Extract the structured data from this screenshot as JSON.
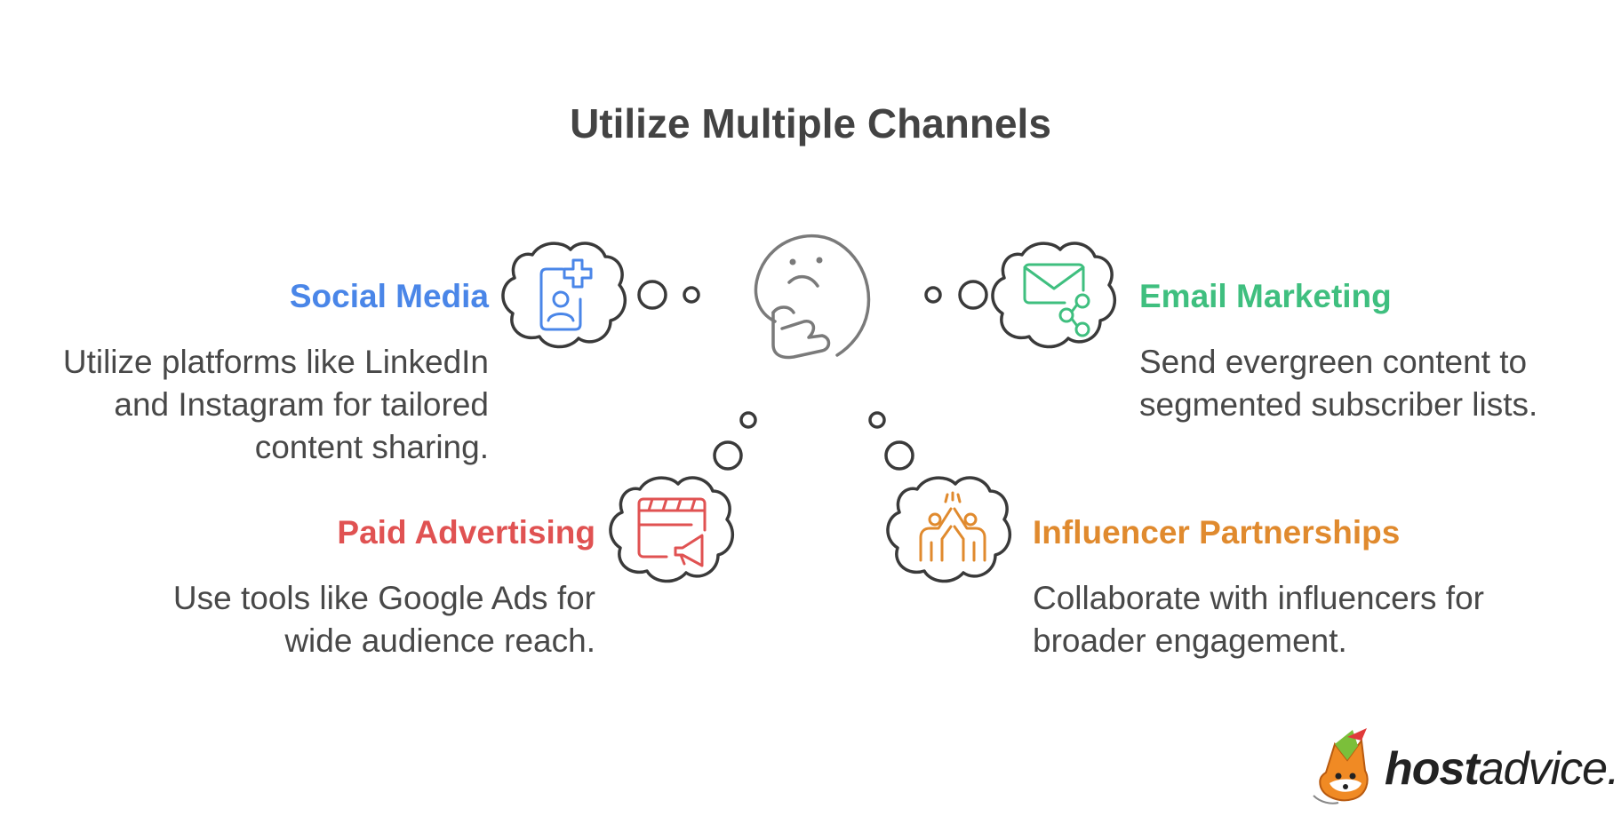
{
  "title": "Utilize Multiple Channels",
  "channels": {
    "social": {
      "heading": "Social Media",
      "description": "Utilize platforms like LinkedIn and Instagram for tailored content sharing.",
      "color": "#4a86e8",
      "icon": "profile-add-icon"
    },
    "paid": {
      "heading": "Paid Advertising",
      "description": "Use tools like Google Ads for wide audience reach.",
      "color": "#e05252",
      "icon": "ad-megaphone-icon"
    },
    "email": {
      "heading": "Email Marketing",
      "description": "Send evergreen content to segmented subscriber lists.",
      "color": "#3fbf7f",
      "icon": "envelope-share-icon"
    },
    "influencer": {
      "heading": "Influencer Partnerships",
      "description": "Collaborate with influencers for broader engagement.",
      "color": "#e08a2e",
      "icon": "high-five-icon"
    }
  },
  "center_icon": "thinking-face-icon",
  "logo": {
    "bold": "host",
    "light": "advice."
  }
}
